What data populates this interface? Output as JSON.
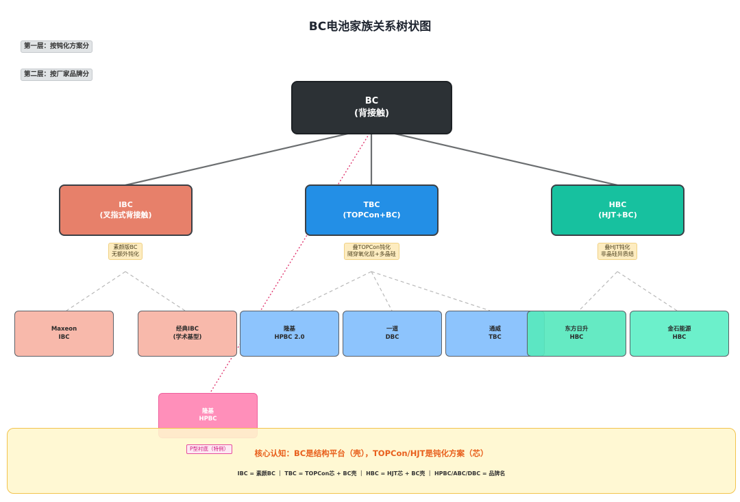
{
  "title": "BC电池家族关系树状图",
  "layer_tags": [
    "第一层：按钝化方案分",
    "第二层：按厂家品牌分"
  ],
  "root": {
    "line1": "BC",
    "line2": "(背接触)"
  },
  "level1": [
    {
      "id": "ibc",
      "line1": "IBC",
      "line2": "(叉指式背接触)",
      "note": [
        "素颜版BC",
        "无额外钝化"
      ]
    },
    {
      "id": "tbc",
      "line1": "TBC",
      "line2": "(TOPCon+BC)",
      "note": [
        "叠TOPCon钝化",
        "隧穿氧化层+多晶硅"
      ]
    },
    {
      "id": "hbc",
      "line1": "HBC",
      "line2": "(HJT+BC)",
      "note": [
        "叠HJT钝化",
        "非晶硅异质结"
      ]
    }
  ],
  "level2": [
    {
      "line1": "Maxeon",
      "line2": "IBC",
      "parent": "ibc"
    },
    {
      "line1": "经典IBC",
      "line2": "(学术基型)",
      "parent": "ibc"
    },
    {
      "line1": "隆基",
      "line2": "HPBC 2.0",
      "parent": "tbc"
    },
    {
      "line1": "一道",
      "line2": "DBC",
      "parent": "tbc"
    },
    {
      "line1": "通威",
      "line2": "TBC",
      "parent": "tbc"
    },
    {
      "line1": "东方日升",
      "line2": "HBC",
      "parent": "hbc"
    },
    {
      "line1": "金石能源",
      "line2": "HBC",
      "parent": "hbc"
    }
  ],
  "special": {
    "line1": "隆基",
    "line2": "HPBC",
    "tag": "P型衬底（特例）"
  },
  "core": {
    "title": "核心认知：BC是结构平台（壳），TOPCon/HJT是钝化方案（芯）",
    "subtitle": "IBC = 素颜BC ｜ TBC = TOPCon芯 + BC壳 ｜ HBC = HJT芯 + BC壳 ｜ HPBC/ABC/DBC = 品牌名"
  },
  "colors": {
    "ibc": "#e7806a",
    "tbc": "#238fe6",
    "hbc": "#17c19f",
    "special": "#ff8fba",
    "core_border": "#f2c34c",
    "core_title": "#e85f1c"
  }
}
